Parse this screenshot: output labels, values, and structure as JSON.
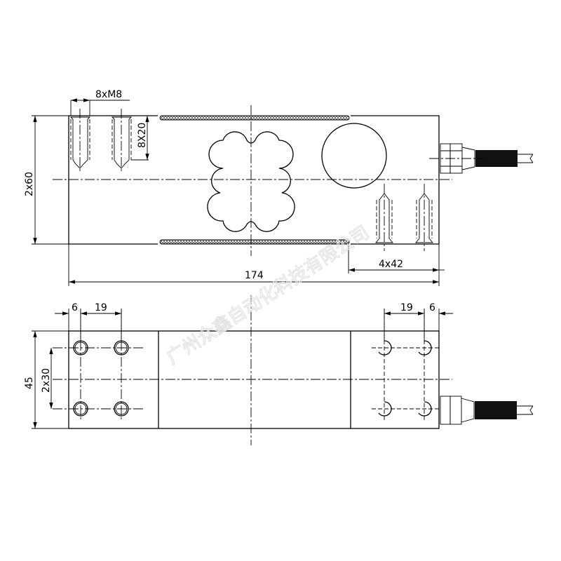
{
  "watermark": "广州众鑫自动化科技有限公司",
  "top_view": {
    "thread_label": "8xM8",
    "depth_label": "8X20",
    "height_label": "2x60",
    "hole_spacing_label": "4x42",
    "length_label": "174"
  },
  "bottom_view": {
    "left_edge_label": "6",
    "left_pitch_label": "19",
    "right_pitch_label": "19",
    "right_edge_label": "6",
    "width_label": "45",
    "hole_spacing_label": "2x30"
  }
}
